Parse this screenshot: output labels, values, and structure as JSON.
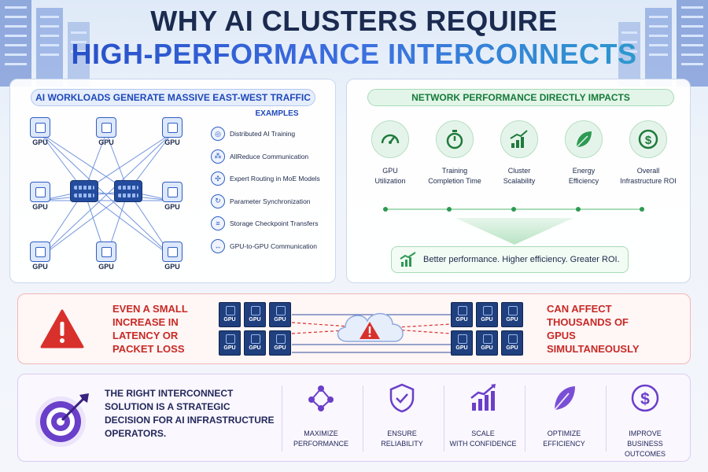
{
  "title": {
    "line1": "WHY AI CLUSTERS REQUIRE",
    "line2": "HIGH-PERFORMANCE INTERCONNECTS"
  },
  "workloads": {
    "header": "AI WORKLOADS GENERATE MASSIVE EAST-WEST TRAFFIC",
    "gpu_label": "GPU",
    "examples_title": "EXAMPLES",
    "examples": [
      {
        "label": "Distributed AI Training",
        "icon": "brain-chip-icon"
      },
      {
        "label": "AllReduce Communication",
        "icon": "network-icon"
      },
      {
        "label": "Expert Routing in MoE Models",
        "icon": "routing-icon"
      },
      {
        "label": "Parameter Synchronization",
        "icon": "sync-icon"
      },
      {
        "label": "Storage Checkpoint Transfers",
        "icon": "database-icon"
      },
      {
        "label": "GPU-to-GPU Communication",
        "icon": "bidirectional-arrow-icon"
      }
    ]
  },
  "impacts": {
    "header": "NETWORK PERFORMANCE DIRECTLY IMPACTS",
    "metrics": [
      {
        "line1": "GPU",
        "line2": "Utilization",
        "icon": "gauge-icon"
      },
      {
        "line1": "Training",
        "line2": "Completion Time",
        "icon": "stopwatch-icon"
      },
      {
        "line1": "Cluster",
        "line2": "Scalability",
        "icon": "bar-chart-icon"
      },
      {
        "line1": "Energy",
        "line2": "Efficiency",
        "icon": "leaf-icon"
      },
      {
        "line1": "Overall",
        "line2": "Infrastructure ROI",
        "icon": "dollar-icon"
      }
    ],
    "result": "Better performance. Higher efficiency. Greater ROI."
  },
  "alert": {
    "left_lines": [
      "EVEN A SMALL",
      "INCREASE IN",
      "LATENCY OR",
      "PACKET LOSS"
    ],
    "right_lines": [
      "CAN AFFECT",
      "THOUSANDS OF",
      "GPUS",
      "SIMULTANEOUSLY"
    ],
    "gpu_label": "GPU"
  },
  "conclusion": {
    "lines": [
      "THE RIGHT INTERCONNECT",
      "SOLUTION IS A STRATEGIC",
      "DECISION FOR AI INFRASTRUCTURE",
      "OPERATORS."
    ],
    "benefits": [
      {
        "line1": "MAXIMIZE",
        "line2": "PERFORMANCE",
        "icon": "network-nodes-icon"
      },
      {
        "line1": "ENSURE",
        "line2": "RELIABILITY",
        "icon": "shield-check-icon"
      },
      {
        "line1": "SCALE",
        "line2": "WITH CONFIDENCE",
        "icon": "growth-chart-icon"
      },
      {
        "line1": "OPTIMIZE",
        "line2": "EFFICIENCY",
        "icon": "leaf-icon"
      },
      {
        "line1": "IMPROVE",
        "line2": "BUSINESS OUTCOMES",
        "icon": "dollar-icon"
      }
    ]
  },
  "colors": {
    "blue_accent": "#2f5fc4",
    "green_accent": "#2e9a53",
    "red_accent": "#c72a25",
    "purple_accent": "#6a3fc9"
  }
}
